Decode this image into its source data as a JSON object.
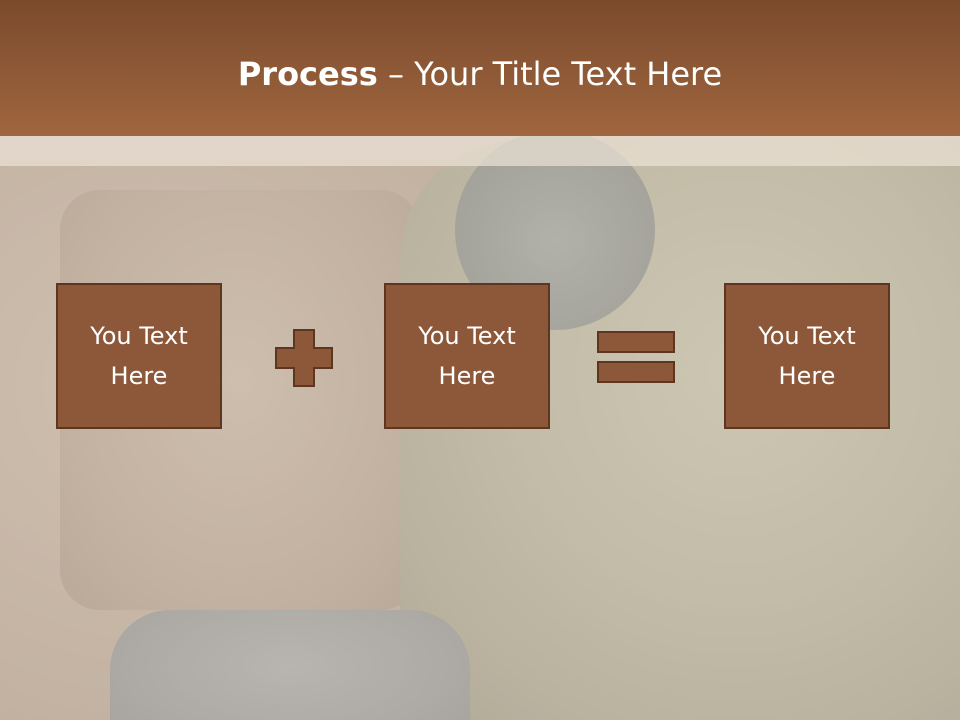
{
  "slide": {
    "title_bold": "Process",
    "title_rest": " – Your Title Text Here",
    "colors": {
      "header": "#9a5f3a",
      "box_fill": "#8d5739",
      "box_border": "#5e3520",
      "text": "#ffffff"
    },
    "boxes": [
      {
        "label": "You Text\nHere"
      },
      {
        "label": "You Text\nHere"
      },
      {
        "label": "You Text\nHere"
      }
    ],
    "operators": [
      {
        "icon": "plus-icon"
      },
      {
        "icon": "equals-icon"
      }
    ]
  }
}
